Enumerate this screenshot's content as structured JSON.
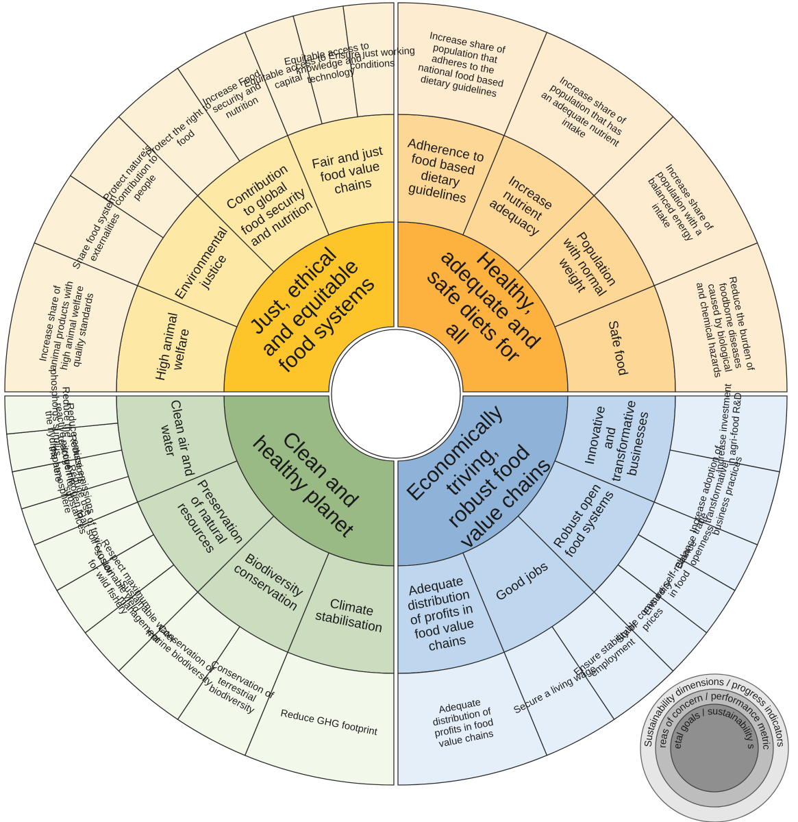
{
  "colors": {
    "orange": [
      "#fdb23f",
      "#fdd796",
      "#fdecd0"
    ],
    "yellow": [
      "#fdc529",
      "#fde8a6",
      "#fcf1d7"
    ],
    "green": [
      "#9aba85",
      "#cbdcbf",
      "#f2f8ea"
    ],
    "blue": [
      "#8fb3d8",
      "#bed6ee",
      "#e5eff9"
    ],
    "outline": "#2b2b2b"
  },
  "quadrants": [
    {
      "key": "orange",
      "label": "Healthy, adequate and safe diets for all",
      "areas": [
        {
          "label": "Adherence to food based dietary guidelines",
          "metrics": [
            "Increase share of population that adheres to the national food based dietary guidelines"
          ]
        },
        {
          "label": "Increase nutrient adequacy",
          "metrics": [
            "Increase share of population that has an adequate nutrient intake"
          ]
        },
        {
          "label": "Population with normal weight",
          "metrics": [
            "Increase share of population with a balanced energy intake"
          ]
        },
        {
          "label": "Safe food",
          "metrics": [
            "Reduce the burden of foodborne diseases caused by biological and chemical hazards"
          ]
        }
      ]
    },
    {
      "key": "blue",
      "label": "Economically triving, robust food value chains",
      "areas": [
        {
          "label": "Innovative and transformative businesses",
          "metrics": [
            "Increase investment in agri-food R&D",
            "Increase adoption of transformative business practices"
          ]
        },
        {
          "label": "Robust open food systems",
          "metrics": [
            "Balance trade openness",
            "Ensure self-reliance in food",
            "Stable commodity prices"
          ]
        },
        {
          "label": "Good jobs",
          "metrics": [
            "Ensure stability of employment",
            "Secure a living wage"
          ]
        },
        {
          "label": "Adequate distribution of profits in food value chains",
          "metrics": [
            "Adequate distribution of profits in food value chains"
          ]
        }
      ]
    },
    {
      "key": "green",
      "label": "Clean and healthy planet",
      "areas": [
        {
          "label": "Climate stabilisation",
          "metrics": [
            "Reduce GHG footprint"
          ]
        },
        {
          "label": "Biodiversity conservation",
          "metrics": [
            "Conservation of terrestrial biodiversity",
            "Conservation of marine biodiversity"
          ]
        },
        {
          "label": "Preservation of natural resources",
          "metrics": [
            "Sustainable water management",
            "Respect maximum sustainable yield for wild fishery",
            "Halt soil erosion"
          ]
        },
        {
          "label": "Clean air and water",
          "metrics": [
            "Reduce use of toxic substances",
            "Reduce emissions reactive nitrogen to the atmosphere",
            "Reduce emissions reactive nitrogen to the hydrosphere",
            "Reduce the phosphorus surplus"
          ]
        }
      ]
    },
    {
      "key": "yellow",
      "label": "Just, ethical and equitable food systems",
      "areas": [
        {
          "label": "High animal welfare",
          "metrics": [
            "Increase share of animal products with high animal welfare quality standards"
          ]
        },
        {
          "label": "Environmental justice",
          "metrics": [
            "Share food system externalities",
            "Protect nature's contribution to people"
          ]
        },
        {
          "label": "Contribution to global food security and nutrition",
          "metrics": [
            "Protect the right to food",
            "Increase Food security and nutrition"
          ]
        },
        {
          "label": "Fair and just food value chains",
          "metrics": [
            "Equitable access to capital",
            "Equitable access to knowledge and technology",
            "Ensure just working conditions"
          ]
        }
      ]
    }
  ],
  "legend": {
    "outer": "Sustainability dimensions / progress indicators",
    "middle": "Areas of concern / performance metrics",
    "inner": "Societal goals / sustainability score"
  }
}
